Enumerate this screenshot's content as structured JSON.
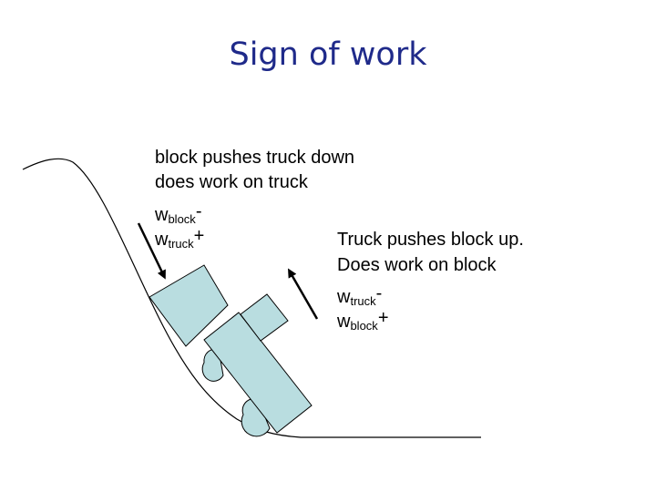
{
  "title": "Sign of work",
  "left_text": {
    "line1": "block pushes truck down",
    "line2": "does work on truck",
    "w1": {
      "symbol": "w",
      "subscript": "block",
      "sign": "-"
    },
    "w2": {
      "symbol": "w",
      "subscript": "truck",
      "sign": "+"
    }
  },
  "right_text": {
    "line1": "Truck pushes block up.",
    "line2": "Does work on block",
    "w1": {
      "symbol": "w",
      "subscript": "truck",
      "sign": "-"
    },
    "w2": {
      "symbol": "w",
      "subscript": "block",
      "sign": "+"
    }
  },
  "colors": {
    "title": "#1f2a8a",
    "shape_fill": "#b9dde0",
    "stroke": "#000000"
  }
}
